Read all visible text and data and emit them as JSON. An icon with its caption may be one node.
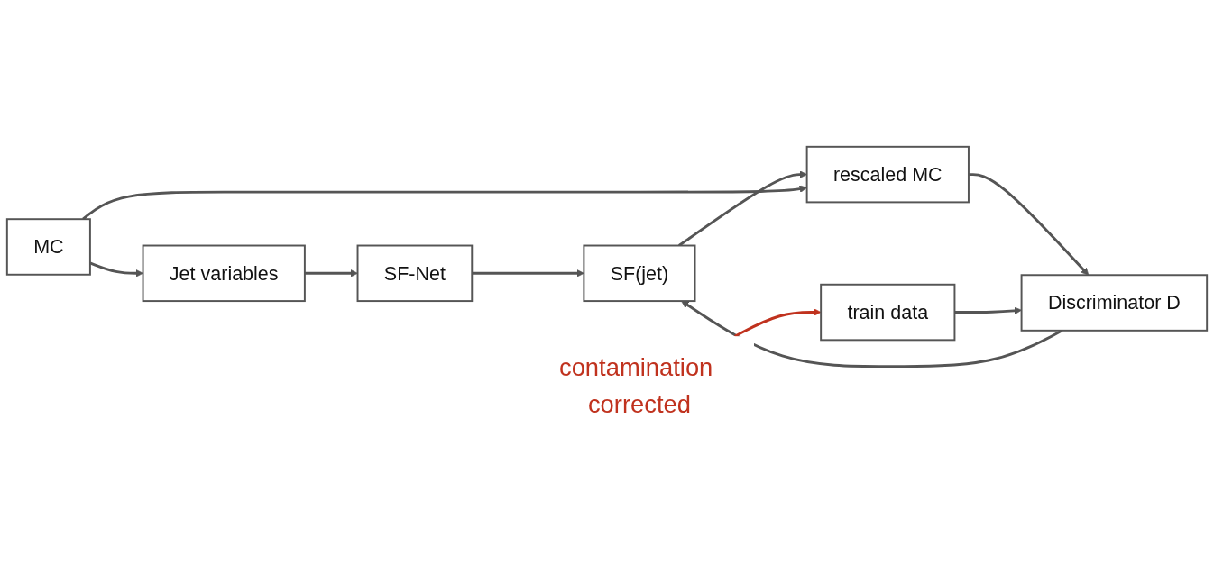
{
  "diagram": {
    "nodes": [
      {
        "text": [
          "Jet variables"
        ]
      },
      {
        "text": [
          "SF-Net"
        ]
      },
      {
        "text": [
          "SF(jet)"
        ]
      },
      {
        "text": [
          "MC"
        ]
      },
      {
        "text": [
          "rescaled MC"
        ]
      },
      {
        "text": [
          "Discriminator D"
        ]
      },
      {
        "text": [
          "train data"
        ]
      },
      {
        "text": [
          "contamination corrected"
        ]
      }
    ],
    "edges": [
      {
        "from": 3,
        "to": 0,
        "arrow": "to"
      },
      {
        "from": 0,
        "to": 1,
        "arrow": "to"
      },
      {
        "from": 1,
        "to": 2,
        "arrow": "to"
      },
      {
        "from": 5,
        "to": 2,
        "arrow": "to"
      },
      {
        "from": 2,
        "to": 4,
        "arrow": "to"
      },
      {
        "from": 3,
        "to": 4,
        "arrow": "to"
      },
      {
        "from": 4,
        "to": 5,
        "arrow": "to"
      },
      {
        "from": 6,
        "to": 5,
        "arrow": "to"
      },
      {
        "from": 7,
        "to": 6,
        "arrow": "to",
        "color": "#c0321e"
      }
    ]
  }
}
